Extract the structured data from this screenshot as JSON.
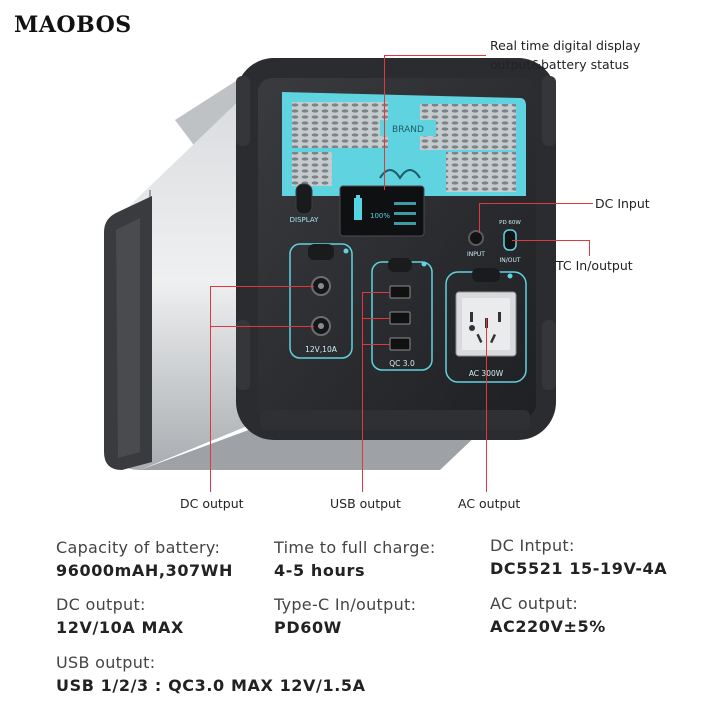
{
  "brand": "MAOBOS",
  "device": {
    "brand_label": "BRAND",
    "display_label": "DISPLAY",
    "input_label": "INPUT",
    "pd_label": "PD 60W",
    "in_out_label": "IN/OUT",
    "dc_label": "12V,10A",
    "usb_label": "QC 3.0",
    "ac_label": "AC 300W",
    "screen_percent": "100%"
  },
  "callouts": {
    "display_line1": "Real time digital display",
    "display_line2": "output&battery status",
    "dc_input": "DC Input",
    "tc": "TC In/output",
    "dc_output": "DC output",
    "usb_output": "USB output",
    "ac_output": "AC output"
  },
  "specs": {
    "capacity_label": "Capacity of battery:",
    "capacity_value": "96000mAH,307WH",
    "charge_time_label": "Time to full charge:",
    "charge_time_value": "4-5 hours",
    "dc_input_label": "DC Intput:",
    "dc_input_value": "DC5521 15-19V-4A",
    "dc_output_label": "DC output:",
    "dc_output_value": "12V/10A MAX",
    "typec_label": "Type-C In/output:",
    "typec_value": "PD60W",
    "ac_output_label": "AC output:",
    "ac_output_value": "AC220V±5%",
    "usb_output_label": "USB output:",
    "usb_output_value": "USB 1/2/3 : QC3.0 MAX 12V/1.5A"
  },
  "colors": {
    "accent_cyan": "#5fd3e0",
    "callout_line": "#e0383e",
    "body_dark": "#2c2d30",
    "shell_silver": "#c9cbce"
  }
}
